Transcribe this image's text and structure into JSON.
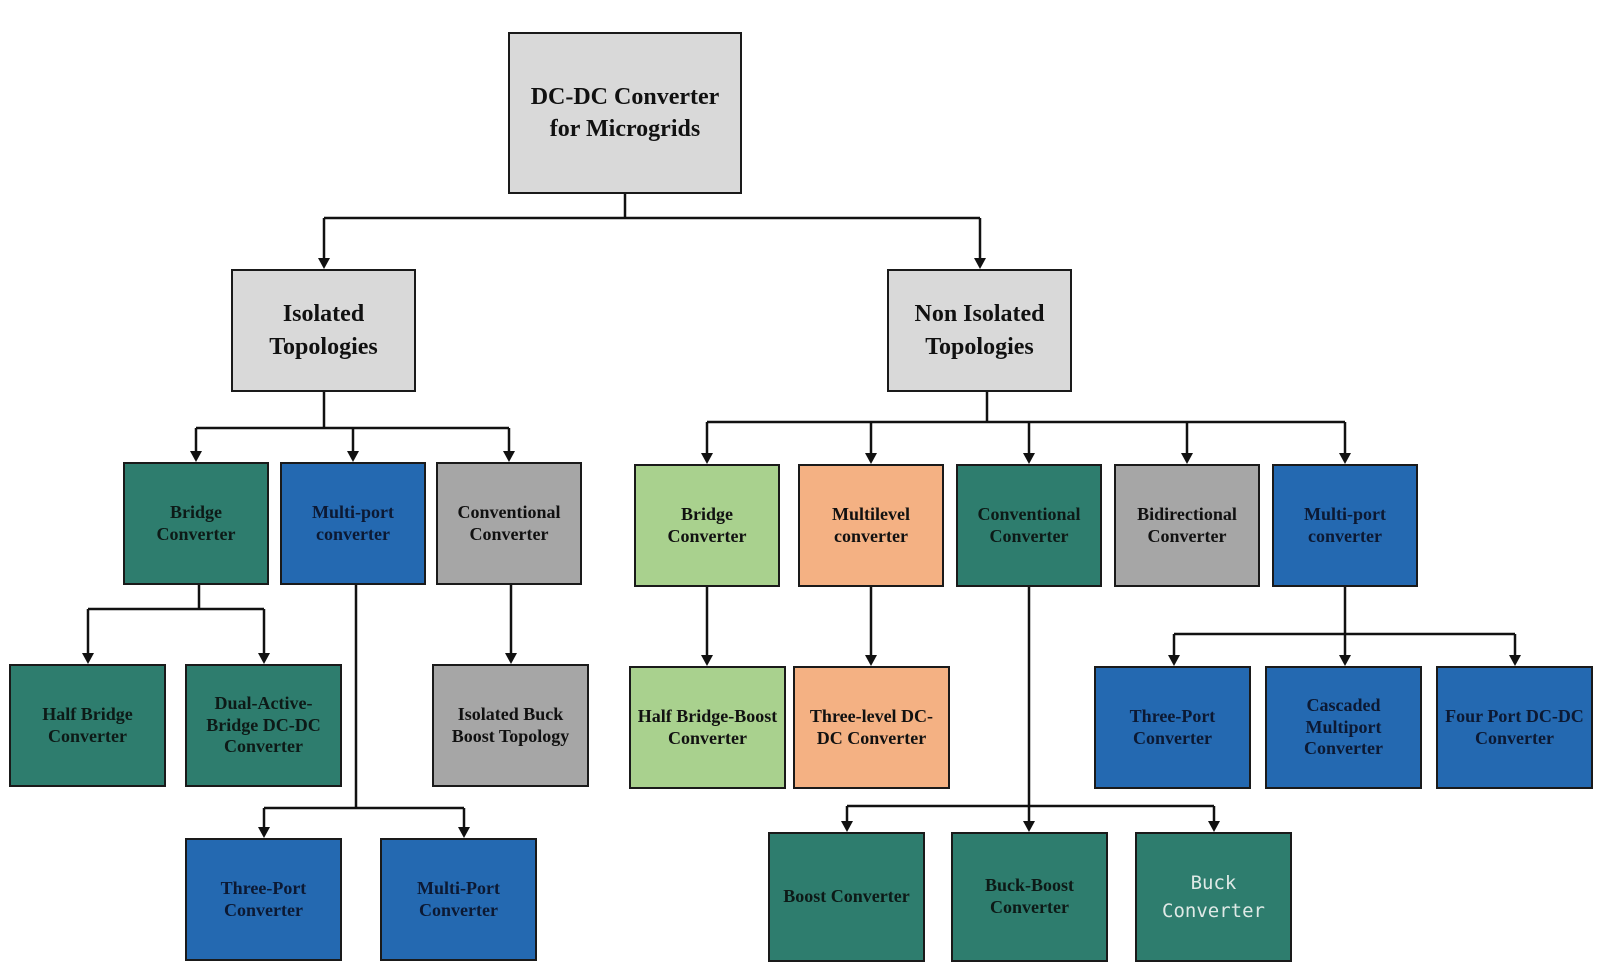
{
  "diagram": {
    "root": {
      "label": "DC-DC Converter for Microgrids"
    },
    "isolated": {
      "label": "Isolated Topologies",
      "bridge_converter": "Bridge Converter",
      "multiport_converter": "Multi-port converter",
      "conventional_converter": "Conventional Converter",
      "half_bridge_converter": "Half Bridge Converter",
      "dual_active_bridge": "Dual-Active-Bridge DC-DC Converter",
      "isolated_buck_boost": "Isolated Buck Boost Topology",
      "three_port_converter": "Three-Port Converter",
      "multi_port_converter": "Multi-Port Converter"
    },
    "non_isolated": {
      "label": "Non Isolated Topologies",
      "bridge_converter": "Bridge Converter",
      "multilevel_converter": "Multilevel converter",
      "conventional_converter": "Conventional Converter",
      "bidirectional_converter": "Bidirectional Converter",
      "multiport_converter": "Multi-port converter",
      "half_bridge_boost": "Half Bridge-Boost Converter",
      "three_level": "Three-level DC-DC Converter",
      "boost_converter": "Boost Converter",
      "buck_boost_converter": "Buck-Boost Converter",
      "buck_converter": "Buck Converter",
      "three_port_converter": "Three-Port Converter",
      "cascaded_multiport": "Cascaded Multiport Converter",
      "four_port": "Four Port DC-DC Converter"
    }
  },
  "colors": {
    "gray": "#d9d9d9",
    "teal": "#2e7d6e",
    "blue": "#2469b1",
    "dark_gray": "#a6a6a6",
    "light_green": "#a9d18e",
    "orange": "#f4b183",
    "line": "#111111"
  }
}
